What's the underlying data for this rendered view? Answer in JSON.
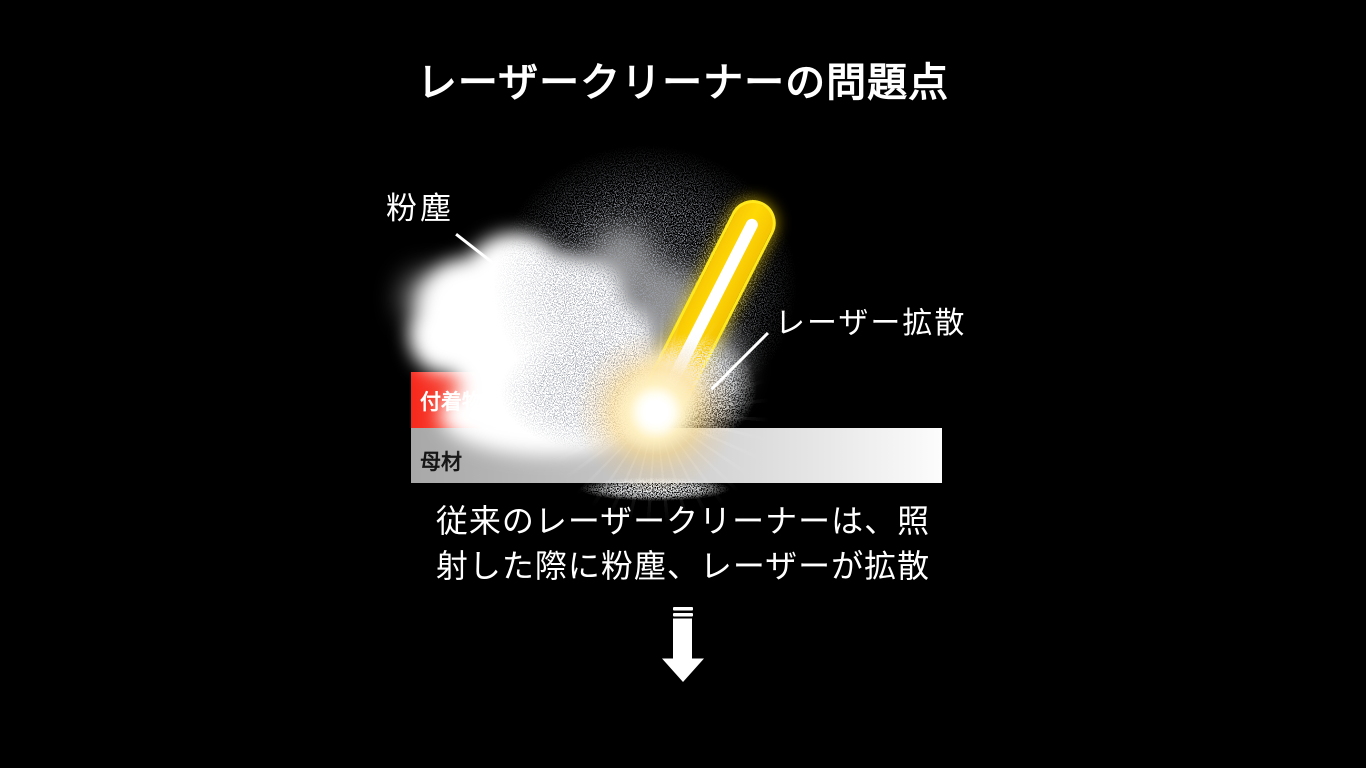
{
  "title": {
    "text": "レーザークリーナーの問題点"
  },
  "diagram": {
    "dust_label": "粉塵",
    "laser_scatter_label": "レーザー拡散",
    "deposit_label": "付着物",
    "base_material_label": "母材",
    "icons": {
      "down_arrow": "down-arrow"
    },
    "colors": {
      "background": "#000000",
      "text": "#ffffff",
      "laser_yellow": "#ffd905",
      "laser_edge": "#ffe81c",
      "laser_core": "#ffffff",
      "deposit_red_left": "#f6281c",
      "deposit_red_right": "#f7a48b",
      "base_gray_left": "#a8a8a8",
      "base_gray_right": "#fcfcfc",
      "glow_center": "#ffffff"
    }
  },
  "caption": {
    "line1": "従来のレーザークリーナーは、照",
    "line2": "射した際に粉塵、レーザーが拡散"
  }
}
